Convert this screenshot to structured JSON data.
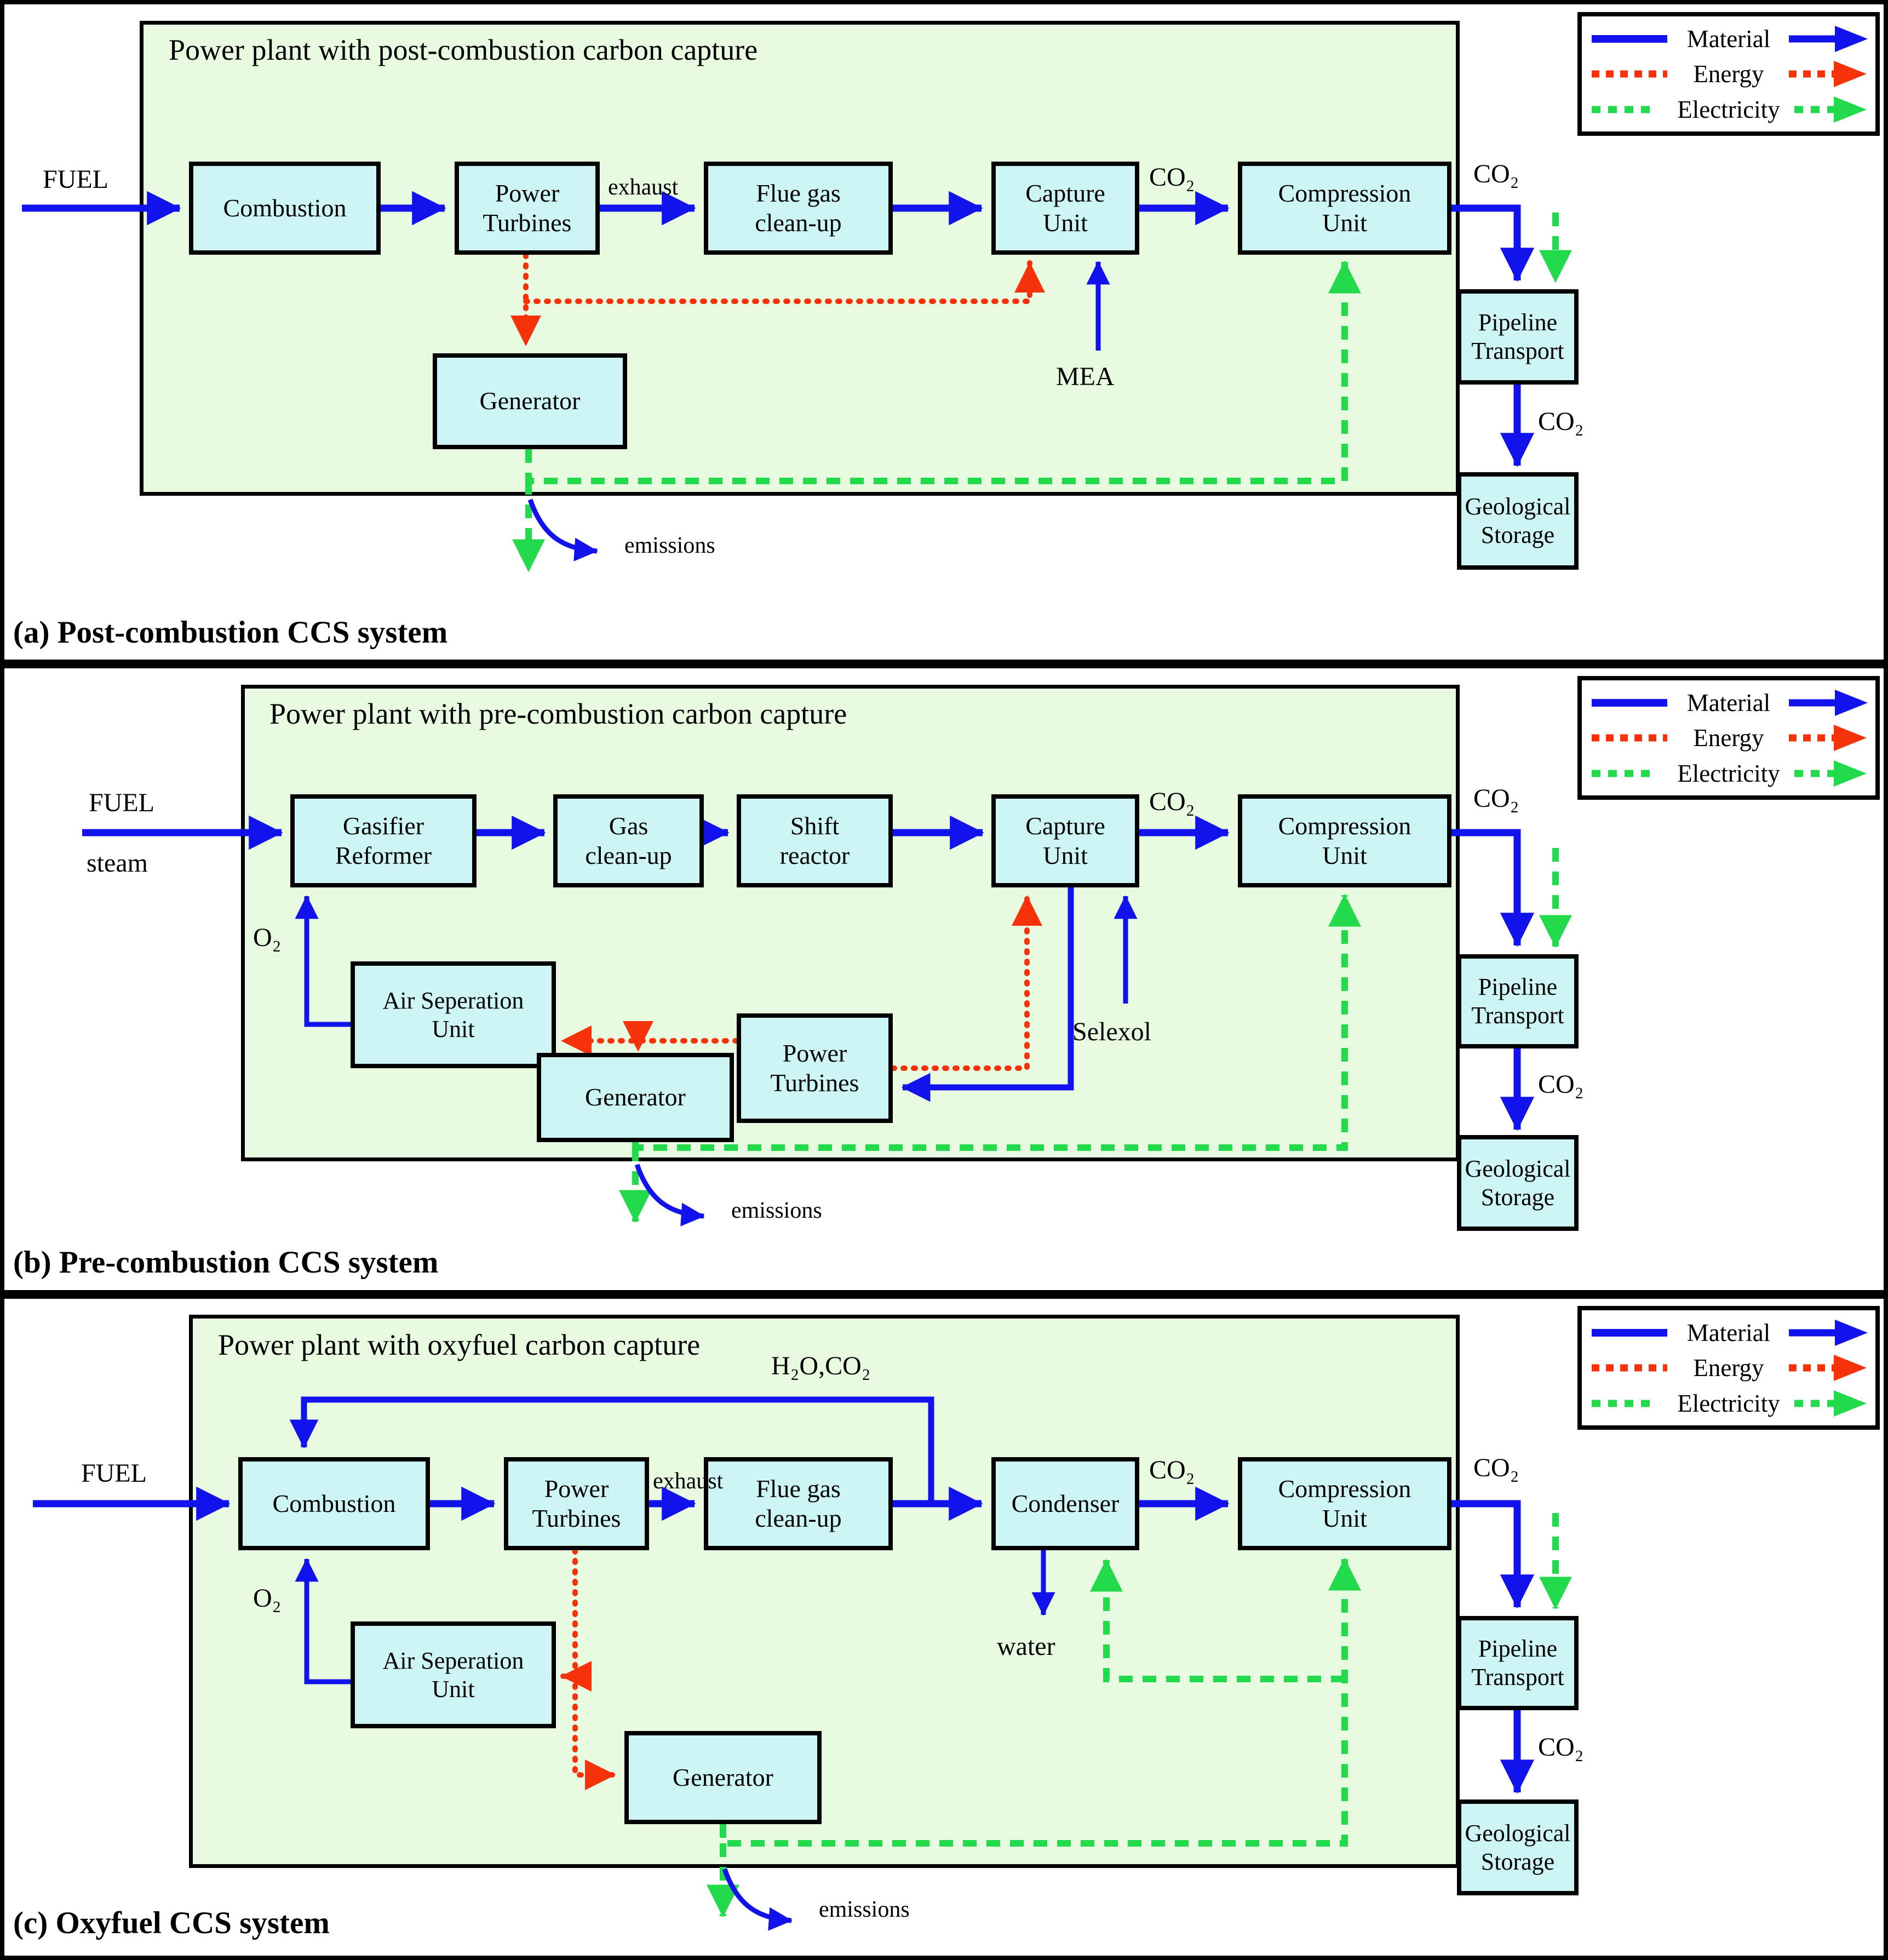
{
  "legend": {
    "material": "Material",
    "energy": "Energy",
    "electricity": "Electricity"
  },
  "colors": {
    "material": "#1212EC",
    "energy": "#F53209",
    "electricity": "#22DA4B",
    "box_fill": "#CDF5F6",
    "plant_fill": "#E8FADF"
  },
  "panel_a": {
    "caption": "(a) Post-combustion CCS system",
    "title": "Power plant with post-combustion carbon capture",
    "boxes": {
      "combustion": "Combustion",
      "power_turbines": "Power\nTurbines",
      "flue_gas": "Flue gas\nclean-up",
      "capture": "Capture\nUnit",
      "compression": "Compression\nUnit",
      "generator": "Generator",
      "pipeline": "Pipeline\nTransport",
      "storage": "Geological\nStorage"
    },
    "labels": {
      "fuel": "FUEL",
      "exhaust": "exhaust",
      "co2": "CO₂",
      "mea": "MEA",
      "co2_out": "CO₂",
      "co2_pipe": "CO₂",
      "emissions": "emissions"
    }
  },
  "panel_b": {
    "caption": "(b) Pre-combustion CCS system",
    "title": "Power plant with pre-combustion carbon capture",
    "boxes": {
      "gasifier": "Gasifier\nReformer",
      "gas_cleanup": "Gas\nclean-up",
      "shift": "Shift\nreactor",
      "capture": "Capture\nUnit",
      "compression": "Compression\nUnit",
      "asu": "Air Seperation\nUnit",
      "power_turbines": "Power\nTurbines",
      "generator": "Generator",
      "pipeline": "Pipeline\nTransport",
      "storage": "Geological\nStorage"
    },
    "labels": {
      "fuel": "FUEL",
      "steam": "steam",
      "o2": "O₂",
      "co2": "CO₂",
      "selexol": "Selexol",
      "co2_out": "CO₂",
      "co2_pipe": "CO₂",
      "emissions": "emissions"
    }
  },
  "panel_c": {
    "caption": "(c) Oxyfuel CCS system",
    "title": "Power plant with oxyfuel carbon capture",
    "boxes": {
      "combustion": "Combustion",
      "power_turbines": "Power\nTurbines",
      "flue_gas": "Flue gas\nclean-up",
      "condenser": "Condenser",
      "compression": "Compression\nUnit",
      "asu": "Air Seperation\nUnit",
      "generator": "Generator",
      "pipeline": "Pipeline\nTransport",
      "storage": "Geological\nStorage"
    },
    "labels": {
      "fuel": "FUEL",
      "o2": "O₂",
      "h2o_co2": "H₂O,CO₂",
      "exhaust": "exhaust",
      "co2": "CO₂",
      "water": "water",
      "co2_out": "CO₂",
      "co2_pipe": "CO₂",
      "emissions": "emissions"
    }
  }
}
